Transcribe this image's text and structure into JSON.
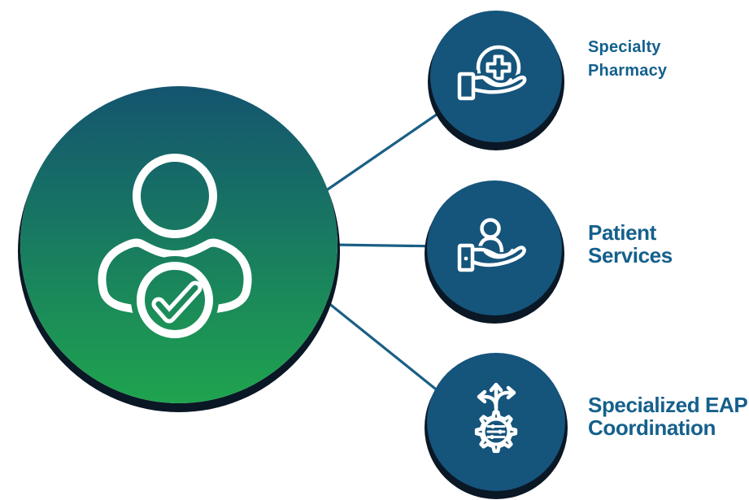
{
  "diagram": {
    "title": "",
    "center": {
      "icon": "person-verified-icon",
      "gradient_top": "#14546F",
      "gradient_bottom": "#1FA44E"
    },
    "items": [
      {
        "name": "specialty-pharmacy",
        "line1": "Specialty",
        "line2": "Pharmacy",
        "icon": "hand-medical-cross-icon"
      },
      {
        "name": "patient-services",
        "line1": "Patient",
        "line2": "Services",
        "icon": "hand-person-icon"
      },
      {
        "name": "specialized-eap-coordination",
        "line1": "Specialized EAP",
        "line2": "Coordination",
        "icon": "gear-arrows-icon"
      }
    ],
    "colors": {
      "node_circle": "#15547B",
      "connector_line": "#1A5F85",
      "shadow": "#0A1725",
      "label_text": "#15608C",
      "icon_stroke": "#FFFFFF"
    }
  }
}
